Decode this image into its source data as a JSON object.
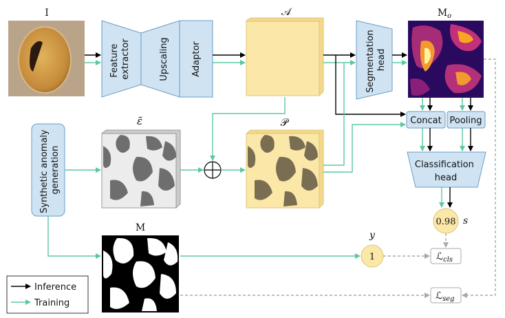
{
  "labels": {
    "image": "I",
    "features": "𝒜",
    "mask_out": "M",
    "mask_out_sub": "o",
    "noise": "ε̃",
    "perturbed": "𝒫",
    "mask": "M",
    "y": "y",
    "s": "s"
  },
  "blocks": {
    "feature_extractor": [
      "Feature",
      "extractor"
    ],
    "upscaling": "Upscaling",
    "adaptor": "Adaptor",
    "segmentation_head": [
      "Segmentation",
      "head"
    ],
    "concat": "Concat",
    "pooling": "Pooling",
    "classification_head": [
      "Classification",
      "head"
    ],
    "synthetic": [
      "Synthetic anomaly",
      "generation"
    ]
  },
  "values": {
    "score": "0.98",
    "label_value": "1"
  },
  "losses": {
    "cls_prefix": "ℒ",
    "cls_sub": "cls",
    "seg_prefix": "ℒ",
    "seg_sub": "seg"
  },
  "legend": {
    "inference": "Inference",
    "training": "Training"
  },
  "colors": {
    "block_fill": "#cfe3f3",
    "block_stroke": "#6a9cc4",
    "feature_fill": "#fbe7a8",
    "feature_stroke": "#dcc57a",
    "training": "#5cc8a0",
    "inference": "#000000",
    "loss": "#a8a8a8"
  }
}
